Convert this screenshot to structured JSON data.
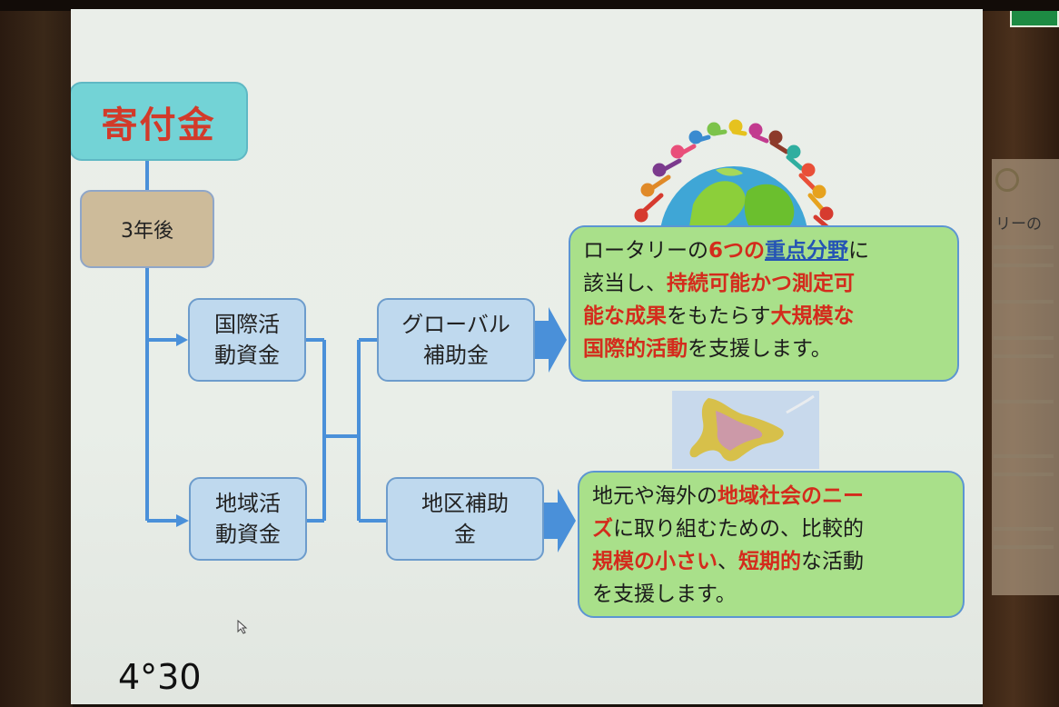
{
  "slide": {
    "title": "寄付金",
    "step_1": "3年後",
    "fund_international": [
      "国際活",
      "動資金"
    ],
    "fund_district": [
      "地域活",
      "動資金"
    ],
    "grant_global": [
      "グローバル",
      "補助金"
    ],
    "grant_district": [
      "地区補助",
      "金"
    ],
    "desc_global": {
      "line1_a": "ロータリーの",
      "line1_b": "6つの",
      "line1_c": "重点分野",
      "line1_d": "に",
      "line2_a": "該当し、",
      "line2_b": "持続可能かつ測定可",
      "line3_a": "能な成果",
      "line3_b": "をもたらす",
      "line3_c": "大規模な",
      "line4_a": "国際的活動",
      "line4_b": "を支援します。"
    },
    "desc_district": {
      "line1_a": "地元や海外の",
      "line1_b": "地域社会のニー",
      "line2_a": "ズ",
      "line2_b": "に取り組むための、比較的",
      "line3_a": "規模の小さい",
      "line3_b": "、",
      "line3_c": "短期的",
      "line3_d": "な活動",
      "line4_a": "を支援します。"
    },
    "timestamp": "4°30"
  },
  "room": {
    "poster_title": "リーの"
  },
  "colors": {
    "title_box": "#73d3d6",
    "title_text": "#d23a2a",
    "fund_box": "#bfd9ee",
    "desc_box": "#a9e08a",
    "connector": "#4a90d9",
    "highlight_red": "#d42b1c",
    "highlight_blue": "#2553b5"
  },
  "icons": [
    "globe-people-illustration",
    "hokkaido-map-image",
    "arrow-right-icon",
    "mouse-cursor-icon"
  ]
}
